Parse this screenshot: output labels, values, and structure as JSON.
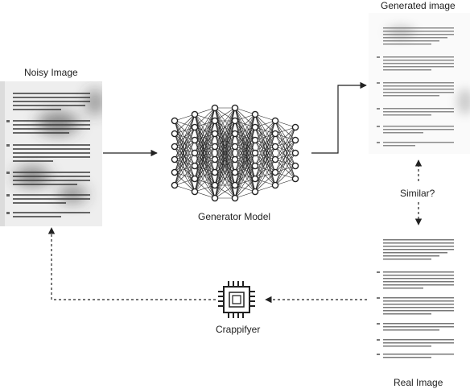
{
  "labels": {
    "noisy": "Noisy Image",
    "generated": "Generated image",
    "generator": "Generator Model",
    "similar": "Similar?",
    "crappifyer": "Crappifyer",
    "real": "Real Image"
  },
  "network": {
    "layers": [
      6,
      7,
      8,
      8,
      7,
      6,
      5
    ]
  },
  "colors": {
    "line": "#222222",
    "neuron_fill": "#ffffff",
    "text_block": "#555555",
    "noise": "#888888"
  },
  "icons": {
    "crappifyer": "chip-icon"
  }
}
